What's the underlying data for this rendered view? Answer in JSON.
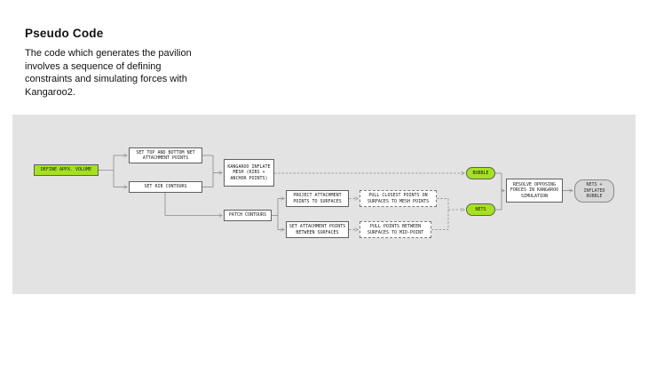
{
  "page": {
    "title": "Pseudo Code",
    "description": "The code which generates the pavilion involves a sequence of defining constraints and simulating forces with Kangaroo2."
  },
  "colors": {
    "accent_green": "#a5e21e",
    "panel_gray": "#e3e3e3",
    "line_gray": "#8a8a8a",
    "result_gray": "#d7d7d7"
  },
  "diagram": {
    "nodes": {
      "define_volume": "DEFINE APPX. VOLUME",
      "set_top_bottom": "SET TOP AND BOTTOM NET ATTACHMENT POINTS",
      "set_rib_contours": "SET RIB CONTOURS",
      "kangaroo_inflate": "KANGAROO INFLATE MESH (RIBS + ANCHOR POINTS)",
      "patch_contours": "PATCH CONTOURS",
      "project_attachment": "PROJECT ATTACHMENT POINTS TO SURFACES",
      "pull_closest": "PULL CLOSEST POINTS ON SURFACES TO MESH POINTS",
      "set_attachment": "SET ATTACHMENT POINTS BETWEEN SURFACES",
      "pull_points": "PULL POINTS BETWEEN SURFACES TO MID-POINT",
      "bubble": "BUBBLE",
      "nets": "NETS",
      "resolve": "RESOLVE OPPOSING FORCES IN KANGAROO SIMULATION",
      "result": "NETS + INFLATED BUBBLE"
    },
    "edges": [
      {
        "from": "define_volume",
        "to": "set_top_bottom",
        "style": "solid"
      },
      {
        "from": "define_volume",
        "to": "set_rib_contours",
        "style": "solid"
      },
      {
        "from": "set_top_bottom",
        "to": "kangaroo_inflate",
        "style": "solid"
      },
      {
        "from": "set_rib_contours",
        "to": "kangaroo_inflate",
        "style": "solid"
      },
      {
        "from": "set_rib_contours",
        "to": "patch_contours",
        "style": "solid"
      },
      {
        "from": "patch_contours",
        "to": "project_attachment",
        "style": "solid"
      },
      {
        "from": "patch_contours",
        "to": "set_attachment",
        "style": "solid"
      },
      {
        "from": "project_attachment",
        "to": "pull_closest",
        "style": "dashed"
      },
      {
        "from": "set_attachment",
        "to": "pull_points",
        "style": "dashed"
      },
      {
        "from": "kangaroo_inflate",
        "to": "bubble",
        "style": "dashed"
      },
      {
        "from": "pull_closest",
        "to": "nets",
        "style": "dashed"
      },
      {
        "from": "pull_points",
        "to": "nets",
        "style": "dashed"
      },
      {
        "from": "bubble",
        "to": "resolve",
        "style": "solid"
      },
      {
        "from": "nets",
        "to": "resolve",
        "style": "solid"
      },
      {
        "from": "resolve",
        "to": "result",
        "style": "solid"
      }
    ]
  }
}
